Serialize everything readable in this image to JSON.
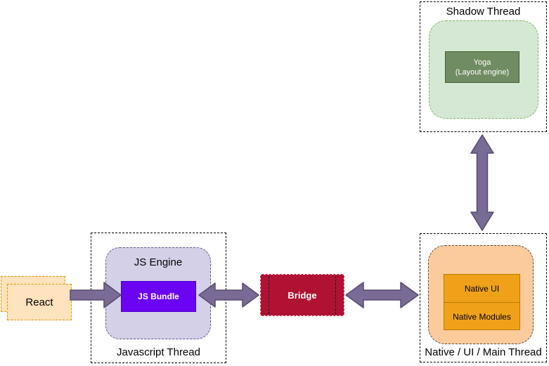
{
  "diagram_type": "flow-diagram",
  "nodes": {
    "shadow_thread": {
      "label": "Shadow Thread"
    },
    "yoga": {
      "line1": "Yoga",
      "line2": "(Layout engine)"
    },
    "javascript_thread": {
      "label": "Javascript Thread"
    },
    "js_engine": {
      "label": "JS Engine"
    },
    "js_bundle": {
      "label": "JS Bundle"
    },
    "react": {
      "label": "React"
    },
    "bridge": {
      "label": "Bridge"
    },
    "native_thread": {
      "label": "Native / UI / Main Thread"
    },
    "native_ui": {
      "label": "Native UI"
    },
    "native_modules": {
      "label": "Native Modules"
    }
  },
  "arrows": [
    {
      "name": "react-to-js-bundle",
      "from": "React",
      "to": "JS Bundle",
      "direction": "one-way-right"
    },
    {
      "name": "js-bundle-bridge",
      "from": "JS Bundle",
      "to": "Bridge",
      "direction": "two-way"
    },
    {
      "name": "bridge-native-thread",
      "from": "Bridge",
      "to": "Native / UI / Main Thread",
      "direction": "two-way"
    },
    {
      "name": "shadow-native-thread",
      "from": "Shadow Thread",
      "to": "Native / UI / Main Thread",
      "direction": "two-way"
    }
  ],
  "colors": {
    "background": "#ffffff",
    "container_border": "#000000",
    "shadow_area_fill": "#d5e8d4",
    "shadow_area_border": "#82b366",
    "yoga_fill": "#708c62",
    "js_engine_fill": "#d4d0e8",
    "js_engine_border": "#5c5c8c",
    "js_bundle_fill": "#6b04f2",
    "react_fill": "#ffe2be",
    "react_border": "#d79b00",
    "bridge_fill": "#b01233",
    "native_area_fill": "#fccb9b",
    "native_box_fill": "#efa219",
    "arrow_fill": "#796a96",
    "arrow_stroke": "#584a70"
  }
}
